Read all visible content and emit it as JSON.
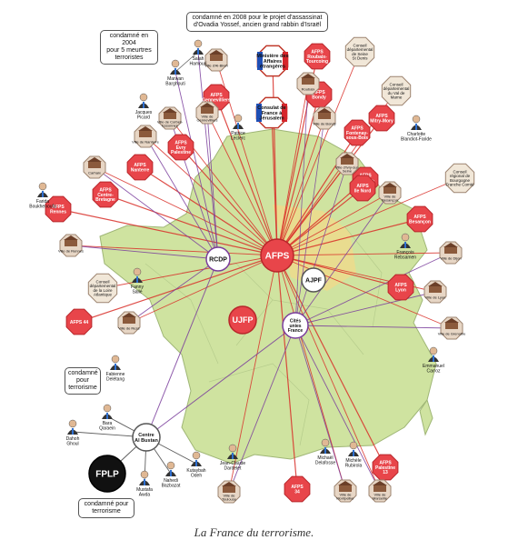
{
  "caption": "La France du terrorisme.",
  "bubbles": {
    "barghouti_note": "condamné en 2004\npour 5 meurtres\nterroristes",
    "hamouri_note": "condamné en 2008 pour le projet d'assassinat\nd'Ovadia Yossef, ancien grand rabbin d'Israël",
    "terror1_note": "condamné\npour\nterrorisme",
    "terror2_note": "condamné pour\nterrorisme"
  },
  "hubs": {
    "afps": "AFPS",
    "rcdp": "RCDP",
    "ajpf": "AJPF",
    "ujfp": "UJFP",
    "cites": "Cités\nunies\nFrance",
    "fplp": "FPLP",
    "centre": "Centre\nAl Bustan"
  },
  "red_nodes": [
    {
      "id": "afps-roubaix",
      "label": "AFPS\nRoubaix-\nTourcoing"
    },
    {
      "id": "afps-bondy",
      "label": "AFPS\nBondy"
    },
    {
      "id": "afps-gennevilliers",
      "label": "AFPS\nGennevilliers"
    },
    {
      "id": "afps-evry",
      "label": "AFPS\nEvry\nPalestine"
    },
    {
      "id": "afps-mitry",
      "label": "AFPS\nMitry-Mory"
    },
    {
      "id": "afps-fontenay",
      "label": "AFPS\nFontenay-\nsous-Bois"
    },
    {
      "id": "afps-ivry",
      "label": "AFPS\nIvry-sur-\nSeine"
    },
    {
      "id": "afps-nanterre",
      "label": "AFPS\nNanterre"
    },
    {
      "id": "afps-ile",
      "label": "AFPS\nIle Nord"
    },
    {
      "id": "afps-centre",
      "label": "AFPS\nCentre-\nBretagne"
    },
    {
      "id": "afps-rennes",
      "label": "AFPS\nRennes"
    },
    {
      "id": "afps-besancon",
      "label": "AFPS\nBesançon"
    },
    {
      "id": "afps-lyon",
      "label": "AFPS\nLyon"
    },
    {
      "id": "afps-44",
      "label": "AFPS 44"
    },
    {
      "id": "afps-34",
      "label": "AFPS\n34"
    },
    {
      "id": "afps-pal13",
      "label": "AFPS\nPalestine\n13"
    }
  ],
  "towns": [
    {
      "id": "alibreh",
      "label": "Ville d'Al-Bireh"
    },
    {
      "id": "roubaix",
      "label": "Roubaix"
    },
    {
      "id": "corbeil",
      "label": "Ville de Corbeil-\nEssonnes"
    },
    {
      "id": "gennev",
      "label": "Ville de\nGennevilliers"
    },
    {
      "id": "bondy",
      "label": "Ville de Bondy"
    },
    {
      "id": "ivry",
      "label": "Ville d'Ivry-sur-\nSeine"
    },
    {
      "id": "nanterre",
      "label": "Ville de Nanterre"
    },
    {
      "id": "carhaix",
      "label": "Carhaix"
    },
    {
      "id": "rennes",
      "label": "Ville de Rennes"
    },
    {
      "id": "reze",
      "label": "Ville de Rezé"
    },
    {
      "id": "besancon",
      "label": "Ville de\nBesançon"
    },
    {
      "id": "dijon",
      "label": "Ville de Dijon"
    },
    {
      "id": "lyon",
      "label": "Ville de Lyon"
    },
    {
      "id": "grenoble",
      "label": "Ville de Grenoble"
    },
    {
      "id": "toulouse",
      "label": "Ville de\nToulouse"
    },
    {
      "id": "montpellier",
      "label": "Ville de\nMontpellier"
    },
    {
      "id": "marseille",
      "label": "Ville de\nMarseille"
    }
  ],
  "councils": [
    {
      "id": "ssd",
      "label": "Conseil\ndépartemental\nde Seine\nSt Denis"
    },
    {
      "id": "vdm",
      "label": "Conseil\ndépartemental\ndu Val de\nMarne"
    },
    {
      "id": "bfc",
      "label": "Conseil\nrégional de\nBourgogne\nFranche Comté"
    },
    {
      "id": "loire",
      "label": "Conseil\ndépartemental\nde la Loire\nAtlantique"
    }
  ],
  "govt": [
    {
      "id": "mae",
      "label": "Ministère des\nAffaires\nétrangères"
    },
    {
      "id": "consulat",
      "label": "Consulat de\nFrance à\nJérusalem"
    }
  ],
  "people": [
    {
      "id": "hamouri",
      "label": "Salah\nHamouri"
    },
    {
      "id": "barghouti",
      "label": "Marwan\nBarghouti"
    },
    {
      "id": "picard",
      "label": "Jacques\nPicard"
    },
    {
      "id": "leclerc",
      "label": "Patrice\nLeclerc"
    },
    {
      "id": "blandiot",
      "label": "Charlotte\nBlandiot-Faride"
    },
    {
      "id": "boukhenoufa",
      "label": "Farida\nBoukhenoufa"
    },
    {
      "id": "rebsamen",
      "label": "François\nRebsamen"
    },
    {
      "id": "salle",
      "label": "Fanny\nSallé"
    },
    {
      "id": "carroz",
      "label": "Emmanuel\nCarroz"
    },
    {
      "id": "deletang",
      "label": "Fabienne\nDelétang"
    },
    {
      "id": "ghoul",
      "label": "Dahoh\nGhoul"
    },
    {
      "id": "qaraein",
      "label": "Bara\nQaraein"
    },
    {
      "id": "odeh",
      "label": "Kutaybah\nOdeh"
    },
    {
      "id": "bazbazat",
      "label": "Nahedi\nBazbazat"
    },
    {
      "id": "awda",
      "label": "Mustafa\nAwda"
    },
    {
      "id": "dardelet",
      "label": "Jean-Claude\nDardelet"
    },
    {
      "id": "delafosse",
      "label": "Michaël\nDelafosse"
    },
    {
      "id": "rubirola",
      "label": "Michèle\nRubirola"
    }
  ]
}
